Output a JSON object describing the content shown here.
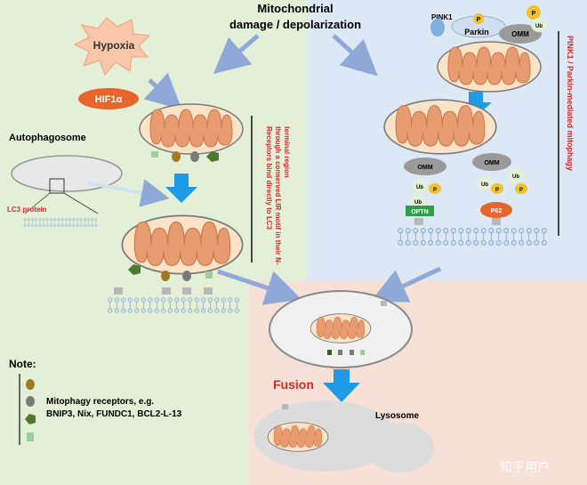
{
  "title_line1": "Mitochondrial",
  "title_line2": "damage / depolarization",
  "hypoxia": "Hypoxia",
  "hif": "HIF1α",
  "autophagosome": "Autophagosome",
  "lc3": "LC3 protein",
  "receptor_note": [
    "Receptors bind directly to LC3",
    "through a conserved LIR motif in their N-",
    "terminal region"
  ],
  "pink_parkin_note": "PINK1 / Parkin-mediated mitophagy",
  "pink1": "PINK1",
  "parkin": "Parkin",
  "omm": "OMM",
  "p": "P",
  "ub": "Ub",
  "optn": "OPTN",
  "p62": "P62",
  "fusion": "Fusion",
  "lysosome": "Lysosome",
  "note_title": "Note:",
  "note_line1": "Mitophagy receptors, e.g.",
  "note_line2": "BNIP3, Nix, FUNDC1, BCL2-L-13",
  "watermark": "知乎用户",
  "colors": {
    "green_bg": "#e4efd7",
    "blue_bg": "#dce8f5",
    "pink_bg": "#f7e0d6",
    "accent_red": "#d62b2b",
    "arrow_blue": "#1e9ae6",
    "arrow_light": "#8ea8d8",
    "mito_fill": "#fbe3c8",
    "mito_inner": "#e79b6e"
  }
}
